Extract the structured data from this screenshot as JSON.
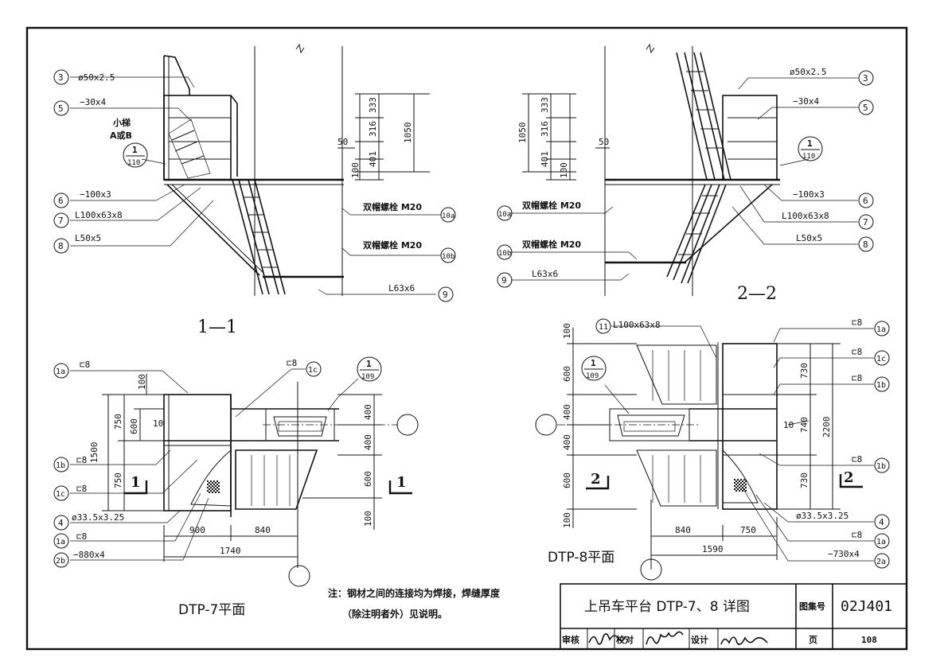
{
  "sheet": {
    "title": "上吊车平台 DTP-7、8 详图",
    "atlas_label": "图集号",
    "atlas_no": "02J401",
    "page_label": "页",
    "page_no": "108",
    "review_label": "审核",
    "check_label": "校对",
    "design_label": "设计"
  },
  "note": {
    "line1": "注：钢材之间的连接均为焊接，焊缝厚度",
    "line2": "（除注明者外）见说明。"
  },
  "section1": {
    "title": "1—1",
    "labels": {
      "3": "ø50x2.5",
      "5": "−30x4",
      "6": "−100x3",
      "7": "L100x63x8",
      "8": "L50x5",
      "9": "L63x6"
    },
    "ladder_note_1": "小梯",
    "ladder_note_2": "A或B",
    "detail_top": "1",
    "detail_bottom": "110",
    "bolt_a": "双帽螺栓 M20",
    "bolt_b": "双帽螺栓 M20",
    "dims": [
      "333",
      "316",
      "401",
      "100",
      "1050",
      "50"
    ]
  },
  "section2": {
    "title": "2—2",
    "labels": {
      "3": "ø50x2.5",
      "5": "−30x4",
      "6": "−100x3",
      "7": "L100x63x8",
      "8": "L50x5",
      "9": "L63x6"
    },
    "detail_top": "1",
    "detail_bottom": "110",
    "bolt_a": "双帽螺栓 M20",
    "bolt_b": "双帽螺栓 M20",
    "dims": [
      "1050",
      "333",
      "316",
      "401",
      "100",
      "50"
    ]
  },
  "plan7": {
    "title": "DTP-7平面",
    "labels": {
      "1a_top": "⊏8",
      "1c_top": "⊏8",
      "1b": "⊏8",
      "1c": "⊏8",
      "4": "ø33.5x3.25",
      "1a": "⊏8",
      "2b": "−880x4"
    },
    "detail_top": "1",
    "detail_bottom": "109",
    "dims_left": [
      "100",
      "750",
      "600",
      "1500",
      "750",
      "10"
    ],
    "dims_right": [
      "400",
      "400",
      "600",
      "100"
    ],
    "dims_bottom": [
      "900",
      "840",
      "1740"
    ],
    "cut_mark": "1"
  },
  "plan8": {
    "title": "DTP-8平面",
    "labels": {
      "11": "L100x63x8",
      "1a_top": "⊏8",
      "1c": "⊏8",
      "1b_top": "⊏8",
      "1b": "⊏8",
      "4": "ø33.5x3.25",
      "1a": "⊏8",
      "2a": "−730x4"
    },
    "detail_top": "1",
    "detail_bottom": "109",
    "dims_left": [
      "100",
      "600",
      "400",
      "400",
      "600",
      "100"
    ],
    "dims_right": [
      "730",
      "740",
      "2200",
      "730",
      "10"
    ],
    "dims_bottom": [
      "840",
      "750",
      "1590"
    ],
    "cut_mark": "2"
  },
  "bubbles": {
    "3": "3",
    "5": "5",
    "6": "6",
    "7": "7",
    "8": "8",
    "9": "9",
    "10a": "10a",
    "10b": "10b",
    "11": "11",
    "1a": "1a",
    "1b": "1b",
    "1c": "1c",
    "2a": "2a",
    "2b": "2b",
    "4": "4"
  }
}
